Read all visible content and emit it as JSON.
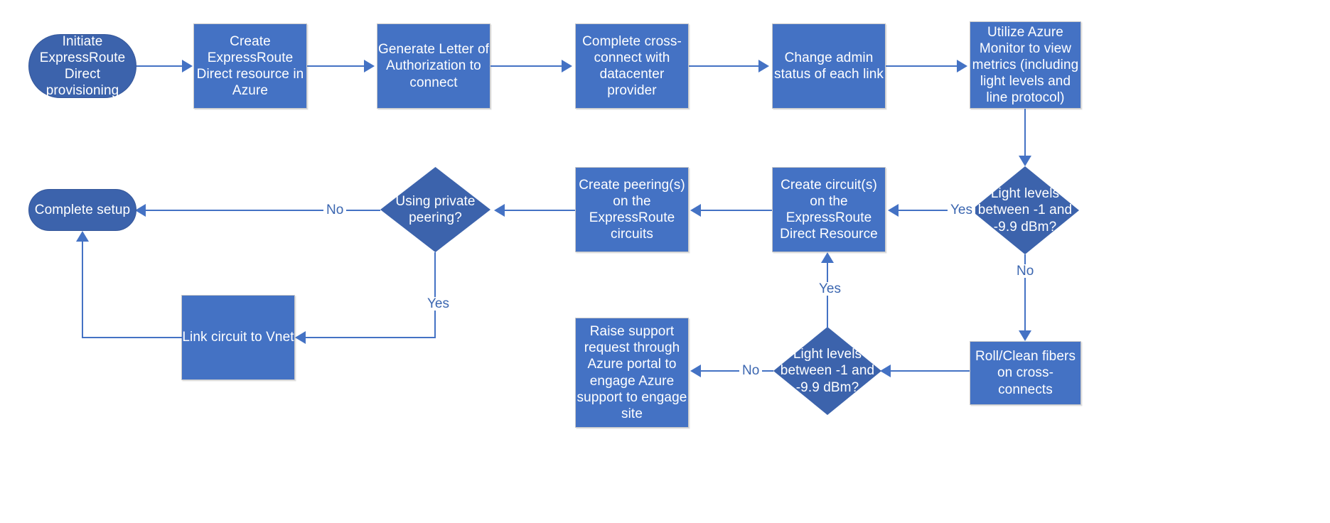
{
  "diagram": {
    "title": "Azure ExpressRoute Direct provisioning flowchart",
    "colors": {
      "node_fill": "#4472C4",
      "terminator_fill": "#3C63AC",
      "connector": "#4472C4",
      "edge_label_text": "#3B66B0",
      "node_text": "#FFFFFF",
      "node_border": "#C9C9C9",
      "background": "#FFFFFF"
    }
  },
  "nodes": {
    "start": {
      "label": "Initiate ExpressRoute Direct provisioning",
      "shape": "terminator"
    },
    "create_resource": {
      "label": "Create ExpressRoute Direct resource in Azure",
      "shape": "process"
    },
    "generate_loa": {
      "label": "Generate Letter of Authorization to connect",
      "shape": "process"
    },
    "cross_connect": {
      "label": "Complete cross-connect with datacenter provider",
      "shape": "process"
    },
    "admin_status": {
      "label": "Change admin status of each link",
      "shape": "process"
    },
    "azure_monitor": {
      "label": "Utilize Azure Monitor to view metrics (including light levels and line protocol)",
      "shape": "process"
    },
    "light_check_1": {
      "label": "Light levels between -1 and -9.9 dBm?",
      "shape": "decision"
    },
    "create_circuits": {
      "label": "Create circuit(s) on the ExpressRoute Direct Resource",
      "shape": "process"
    },
    "create_peerings": {
      "label": "Create peering(s) on the ExpressRoute circuits",
      "shape": "process"
    },
    "private_peering": {
      "label": "Using private peering?",
      "shape": "decision"
    },
    "complete_setup": {
      "label": "Complete setup",
      "shape": "terminator"
    },
    "link_vnet": {
      "label": "Link circuit to Vnet",
      "shape": "process"
    },
    "roll_clean": {
      "label": "Roll/Clean fibers on cross-connects",
      "shape": "process"
    },
    "light_check_2": {
      "label": "Light levels between -1 and -9.9 dBm?",
      "shape": "decision"
    },
    "raise_support": {
      "label": "Raise support request through Azure portal to engage Azure support to engage site",
      "shape": "process"
    }
  },
  "edge_labels": {
    "light1_yes": "Yes",
    "light1_no": "No",
    "peering_no": "No",
    "peering_yes": "Yes",
    "light2_no": "No",
    "light2_yes": "Yes"
  }
}
